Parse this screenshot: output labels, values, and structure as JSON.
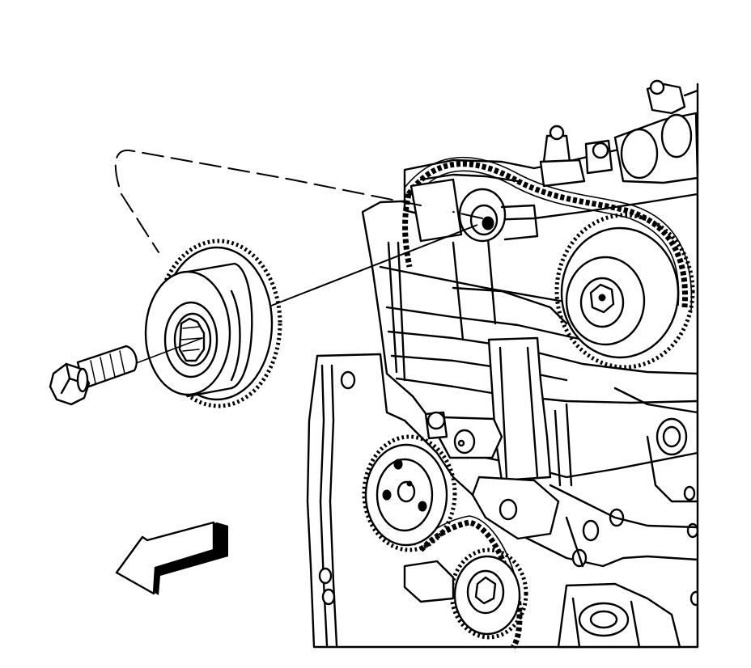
{
  "diagram": {
    "parts": [
      {
        "id": "camshaft-sprocket",
        "icon": "sprocket-icon"
      },
      {
        "id": "sprocket-bolt",
        "icon": "bolt-icon"
      },
      {
        "id": "timing-chain",
        "icon": "chain-icon"
      },
      {
        "id": "engine-front",
        "icon": "engine-block-icon"
      }
    ],
    "direction_indicator": "arrow-left-icon"
  }
}
